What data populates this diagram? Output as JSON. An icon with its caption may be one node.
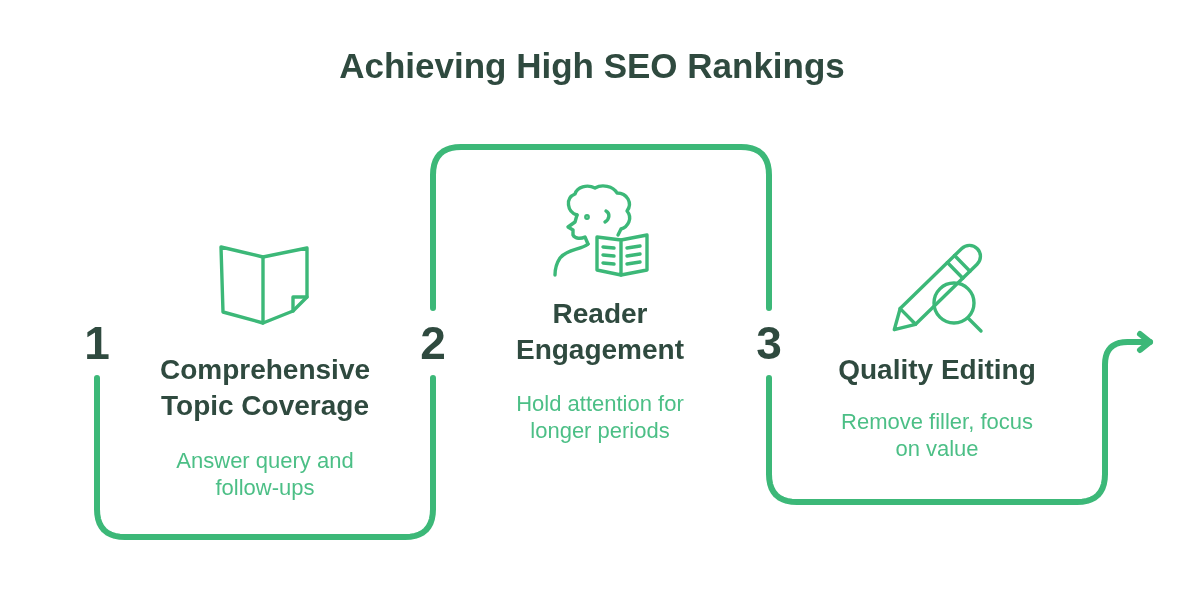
{
  "diagram": {
    "title": "Achieving High SEO Rankings",
    "nodes": [
      {
        "text": [
          "1"
        ]
      },
      {
        "text": [
          "2"
        ]
      },
      {
        "text": [
          "3"
        ]
      }
    ],
    "edges": [
      {
        "from": 0,
        "to": 1,
        "arrow": "none"
      },
      {
        "from": 1,
        "to": 2,
        "arrow": "none"
      },
      {
        "from": 2,
        "to": null,
        "arrow": "to"
      }
    ],
    "labels": [
      "Comprehensive Topic Coverage",
      "Answer query and follow-ups",
      "Reader Engagement",
      "Hold attention for longer periods",
      "Quality Editing",
      "Remove filler, focus on value"
    ]
  }
}
